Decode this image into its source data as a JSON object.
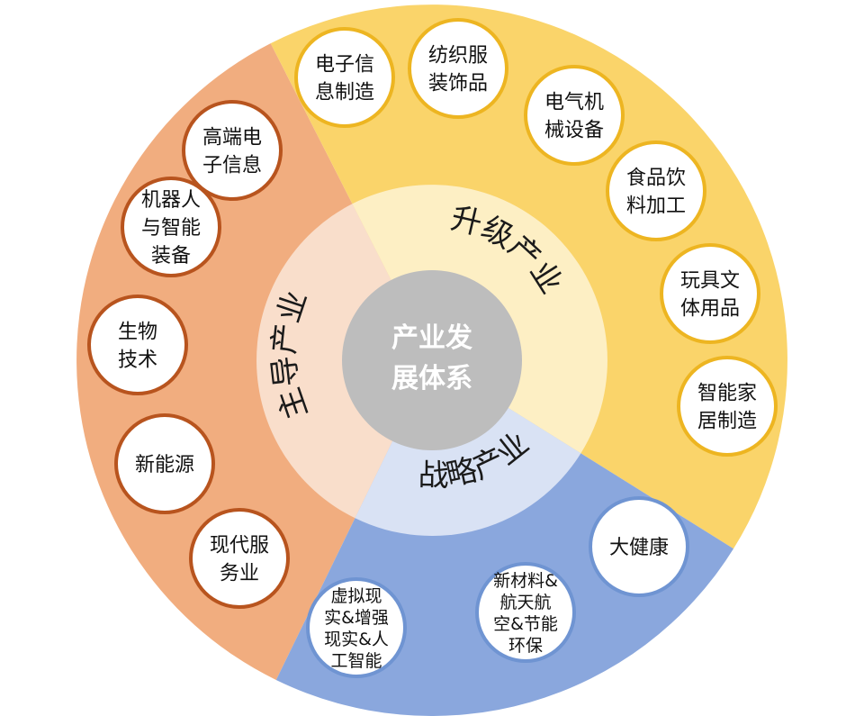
{
  "center": {
    "line1": "产业发",
    "line2": "展体系"
  },
  "colors": {
    "orange_outer": "#F1AD7F",
    "orange_inner": "#F9DECB",
    "orange_border": "#B8541E",
    "yellow_outer": "#FAD46A",
    "yellow_inner": "#FDEFC4",
    "yellow_border": "#EDB521",
    "blue_outer": "#8AA7DD",
    "blue_inner": "#D9E2F4",
    "blue_border": "#6F94D2",
    "center": "#BDBDBD"
  },
  "sectors": {
    "leading": {
      "label": "主导产业",
      "nodes": [
        {
          "lines": [
            "高端电",
            "子信息"
          ]
        },
        {
          "lines": [
            "机器人",
            "与智能",
            "装备"
          ]
        },
        {
          "lines": [
            "生物",
            "技术"
          ]
        },
        {
          "lines": [
            "新能源"
          ]
        },
        {
          "lines": [
            "现代服",
            "务业"
          ]
        }
      ]
    },
    "upgrade": {
      "label": "升级产业",
      "nodes": [
        {
          "lines": [
            "电子信",
            "息制造"
          ]
        },
        {
          "lines": [
            "纺织服",
            "装饰品"
          ]
        },
        {
          "lines": [
            "电气机",
            "械设备"
          ]
        },
        {
          "lines": [
            "食品饮",
            "料加工"
          ]
        },
        {
          "lines": [
            "玩具文",
            "体用品"
          ]
        },
        {
          "lines": [
            "智能家",
            "居制造"
          ]
        }
      ]
    },
    "strategic": {
      "label": "战略产业",
      "nodes": [
        {
          "lines": [
            "大健康"
          ]
        },
        {
          "lines": [
            "新材料&",
            "航天航",
            "空&节能",
            "环保"
          ]
        },
        {
          "lines": [
            "虚拟现",
            "实&增强",
            "现实&人",
            "工智能"
          ]
        }
      ]
    }
  }
}
